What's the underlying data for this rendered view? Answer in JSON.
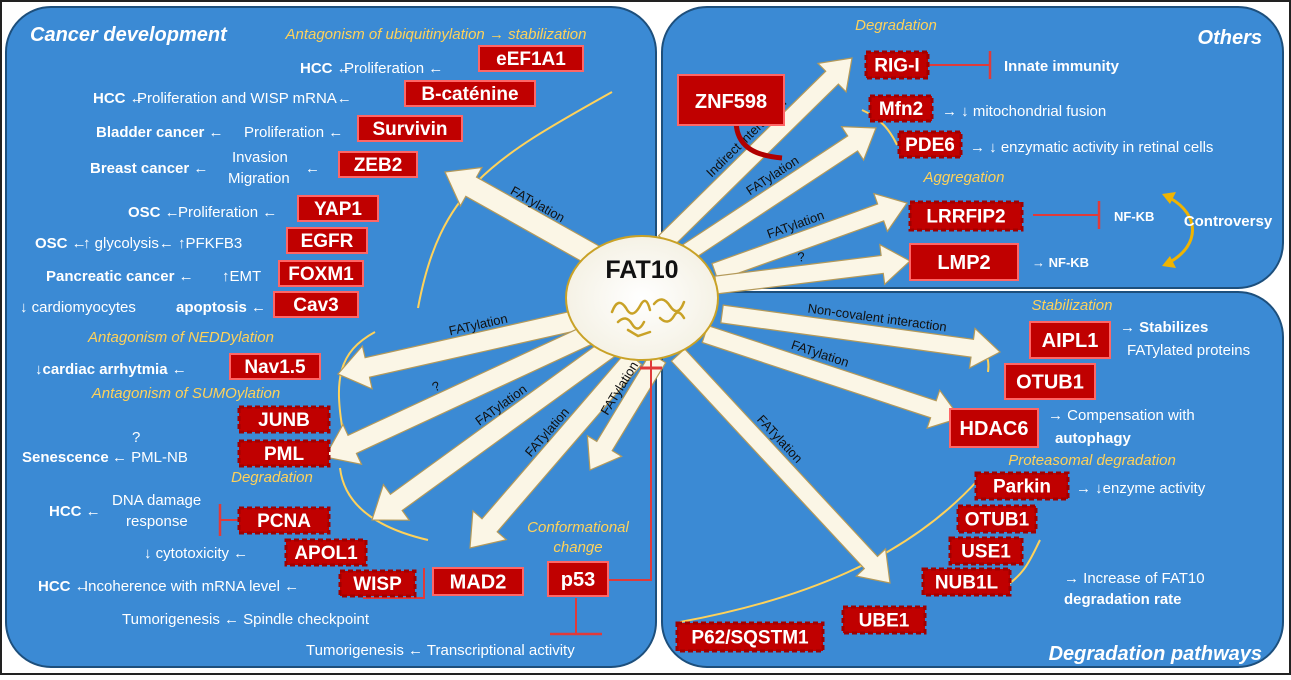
{
  "panels": {
    "cancer": {
      "title": "Cancer development",
      "mechanisms": {
        "ubiquitin": "Antagonism of ubiquitinylation → stabilization",
        "nedd": "Antagonism of NEDDylation",
        "sumo": "Antagonism of SUMOylation",
        "degradation": "Degradation"
      },
      "rows": [
        {
          "disease": "HCC ←",
          "effect": "Proliferation ←",
          "protein": "eEF1A1"
        },
        {
          "disease": "HCC ←",
          "effect": "Proliferation and WISP mRNA←",
          "protein": "B-caténine"
        },
        {
          "disease": "Bladder cancer ←",
          "effect": "Proliferation ←",
          "protein": "Survivin"
        },
        {
          "disease": "Breast cancer ←",
          "effect": "Invasion",
          "effect2": "Migration",
          "arrow": "←",
          "protein": "ZEB2"
        },
        {
          "disease": "OSC ←",
          "effect": "Proliferation ←",
          "protein": "YAP1"
        },
        {
          "disease": "OSC ←",
          "effect": "↑ glycolysis← ↑PFKFB3",
          "protein": "EGFR"
        },
        {
          "disease": "Pancreatic cancer ←",
          "effect": "↑EMT",
          "protein": "FOXM1"
        },
        {
          "disease": "apoptosis ←",
          "prefix": "↓ cardiomyocytes",
          "protein": "Cav3"
        },
        {
          "disease": "↓cardiac arrhytmia ←",
          "protein": "Nav1.5"
        },
        {
          "protein": "JUNB"
        },
        {
          "disease": "Senescence",
          "effect": "← PML-NB",
          "question": "?",
          "protein": "PML"
        },
        {
          "disease": "HCC ←",
          "effect": "DNA damage",
          "effect2": "response",
          "protein": "PCNA"
        },
        {
          "effect": "↓ cytotoxicity ←",
          "protein": "APOL1"
        },
        {
          "disease": "HCC ←",
          "effect": "Incoherence with mRNA level ←",
          "protein": "WISP"
        }
      ],
      "bottom": {
        "mad2": "MAD2",
        "mad2_effect": "Tumorigenesis ← Spindle checkpoint",
        "p53": "p53",
        "p53_mech_1": "Conformational",
        "p53_mech_2": "change",
        "p53_effect": "Tumorigenesis ←  Transcriptional activity"
      }
    },
    "others": {
      "title": "Others",
      "degradation": "Degradation",
      "aggregation": "Aggregation",
      "znf": "ZNF598",
      "indirect": "Indirect interaction",
      "rigi": "RIG-I",
      "innate": "Innate immunity",
      "mfn2": "Mfn2",
      "mfn2_effect": "→ ↓ mitochondrial fusion",
      "pde6": "PDE6",
      "pde6_effect": "→ ↓ enzymatic activity in retinal cells",
      "lrrfip2": "LRRFIP2",
      "nfkb1": "NF-KB",
      "lmp2": "LMP2",
      "nfkb2": "→ NF-KB",
      "controversy": "Controversy"
    },
    "degradation": {
      "title": "Degradation pathways",
      "stabilization": "Stabilization",
      "aipl1": "AIPL1",
      "aipl1_effect_1": "→ Stabilizes",
      "aipl1_effect_2": "FATylated proteins",
      "otub1_a": "OTUB1",
      "hdac6": "HDAC6",
      "hdac6_effect_1": "→ Compensation with",
      "hdac6_effect_2": "autophagy",
      "proteasomal": "Proteasomal degradation",
      "parkin": "Parkin",
      "parkin_effect": "→ ↓enzyme activity",
      "otub1_b": "OTUB1",
      "use1": "USE1",
      "nub1l": "NUB1L",
      "ube1": "UBE1",
      "p62": "P62/SQSTM1",
      "rate_1": "→ Increase of FAT10",
      "rate_2": "degradation rate"
    }
  },
  "center": {
    "title": "FAT10"
  },
  "arrow_labels": {
    "a_zeb2": "FATylation",
    "a_nav": "FATylation",
    "a_pml": "?",
    "a_pcna": "FATylation",
    "a_mad2": "FATylation",
    "a_p53": "FATylation",
    "a_pde6": "FATylation",
    "a_lrrfip2": "FATylation",
    "a_lmp2": "?",
    "a_aipl1": "Non-covalent interaction",
    "a_hdac6": "FATylation",
    "a_nub1l": "FATylation"
  },
  "colors": {
    "panel": "#3b8ad4",
    "panel_border": "#1d4f7c",
    "box_fill": "#c00000",
    "box_border": "#ff6666",
    "mechanism": "#ffd25a",
    "arrow_fill": "#fbf6e6",
    "inhibit": "#e03a3a"
  }
}
